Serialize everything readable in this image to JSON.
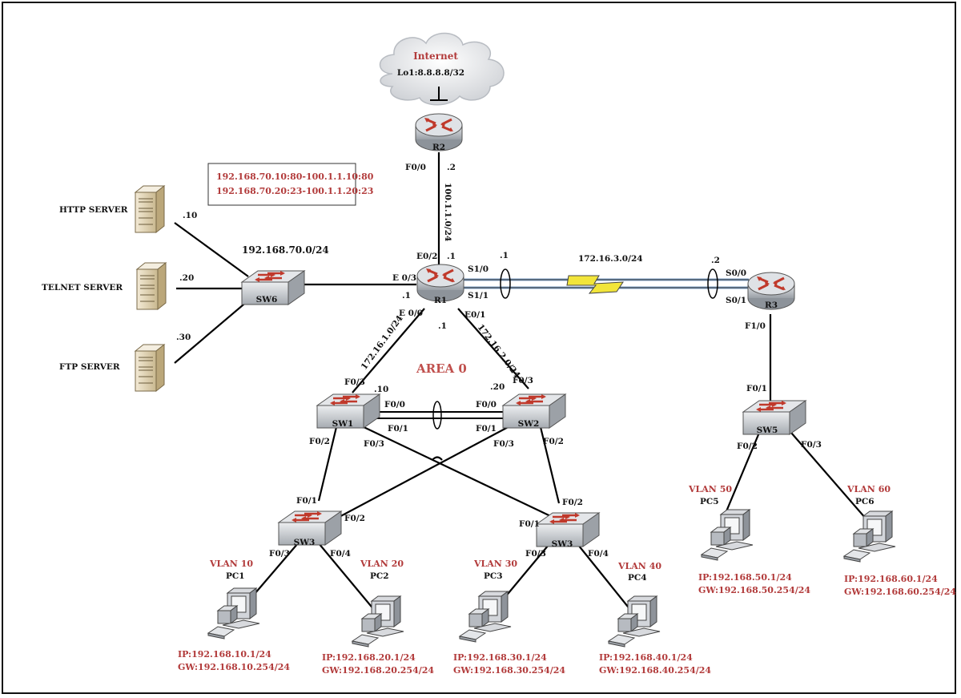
{
  "internet": {
    "label": "Internet",
    "loopback": "Lo1:8.8.8.8/32"
  },
  "nat_box": {
    "line1": "192.168.70.10:80-100.1.1.10:80",
    "line2": "192.168.70.20:23-100.1.1.20:23"
  },
  "area_label": "AREA 0",
  "routers": {
    "r1": "R1",
    "r2": "R2",
    "r3": "R3"
  },
  "switches": {
    "sw1": "SW1",
    "sw2": "SW2",
    "sw3a": "SW3",
    "sw3b": "SW3",
    "sw5": "SW5",
    "sw6": "SW6"
  },
  "servers": {
    "http": {
      "name": "HTTP SERVER",
      "host": ".10"
    },
    "telnet": {
      "name": "TELNET SERVER",
      "host": ".20"
    },
    "ftp": {
      "name": "FTP SERVER",
      "host": ".30"
    }
  },
  "subnets": {
    "server_lan": "192.168.70.0/24",
    "r1_r2": "100.1.1.0/24",
    "r1_r3": "172.16.3.0/24",
    "r1_sw1": "172.16.1.0/24",
    "r1_sw2": "172.16.2.0/24"
  },
  "ports": {
    "r2_f00": "F0/0",
    "r2_host": ".2",
    "r1_e02": "E0/2",
    "r1_top_host": ".1",
    "r1_e03": "E 0/3",
    "r1_left_host": ".1",
    "r1_e00": "E 0/0",
    "r1_bottom_host": ".1",
    "r1_e01": "E0/1",
    "r1_s10": "S1/0",
    "r1_s11": "S1/1",
    "r1_serial_host": ".1",
    "r3_host": ".2",
    "r3_s00": "S0/0",
    "r3_s01": "S0/1",
    "r3_f10": "F1/0",
    "sw1_f03": "F0/3",
    "sw1_host": ".10",
    "sw1_f00": "F0/0",
    "sw1_f01": "F0/1",
    "sw1_f02": "F0/2",
    "sw1_f03b": "F0/3",
    "sw2_f03": "F0/3",
    "sw2_host": ".20",
    "sw2_f00": "F0/0",
    "sw2_f01": "F0/1",
    "sw2_f03b": "F0/3",
    "sw2_f02": "F0/2",
    "sw3a_f01": "F0/1",
    "sw3a_f02": "F0/2",
    "sw3a_f03": "F0/3",
    "sw3a_f04": "F0/4",
    "sw3b_f02": "F0/2",
    "sw3b_f01": "F0/1",
    "sw3b_f03": "F0/3",
    "sw3b_f04": "F0/4",
    "sw5_f01": "F0/1",
    "sw5_f02": "F0/2",
    "sw5_f03": "F0/3"
  },
  "pcs": [
    {
      "name": "PC1",
      "vlan": "VLAN 10",
      "ip": "IP:192.168.10.1/24",
      "gw": "GW:192.168.10.254/24"
    },
    {
      "name": "PC2",
      "vlan": "VLAN 20",
      "ip": "IP:192.168.20.1/24",
      "gw": "GW:192.168.20.254/24"
    },
    {
      "name": "PC3",
      "vlan": "VLAN 30",
      "ip": "IP:192.168.30.1/24",
      "gw": "GW:192.168.30.254/24"
    },
    {
      "name": "PC4",
      "vlan": "VLAN 40",
      "ip": "IP:192.168.40.1/24",
      "gw": "GW:192.168.40.254/24"
    },
    {
      "name": "PC5",
      "vlan": "VLAN 50",
      "ip": "IP:192.168.50.1/24",
      "gw": "GW:192.168.50.254/24"
    },
    {
      "name": "PC6",
      "vlan": "VLAN 60",
      "ip": "IP:192.168.60.1/24",
      "gw": "GW:192.168.60.254/24"
    }
  ],
  "colors": {
    "router_body": "#b8bcc2",
    "switch_body": "#b8bcc2",
    "arrow": "#c0392b",
    "serial_link": "#f2e53a",
    "server_body": "#e9dcc0",
    "label_red": "#b23b3b"
  }
}
